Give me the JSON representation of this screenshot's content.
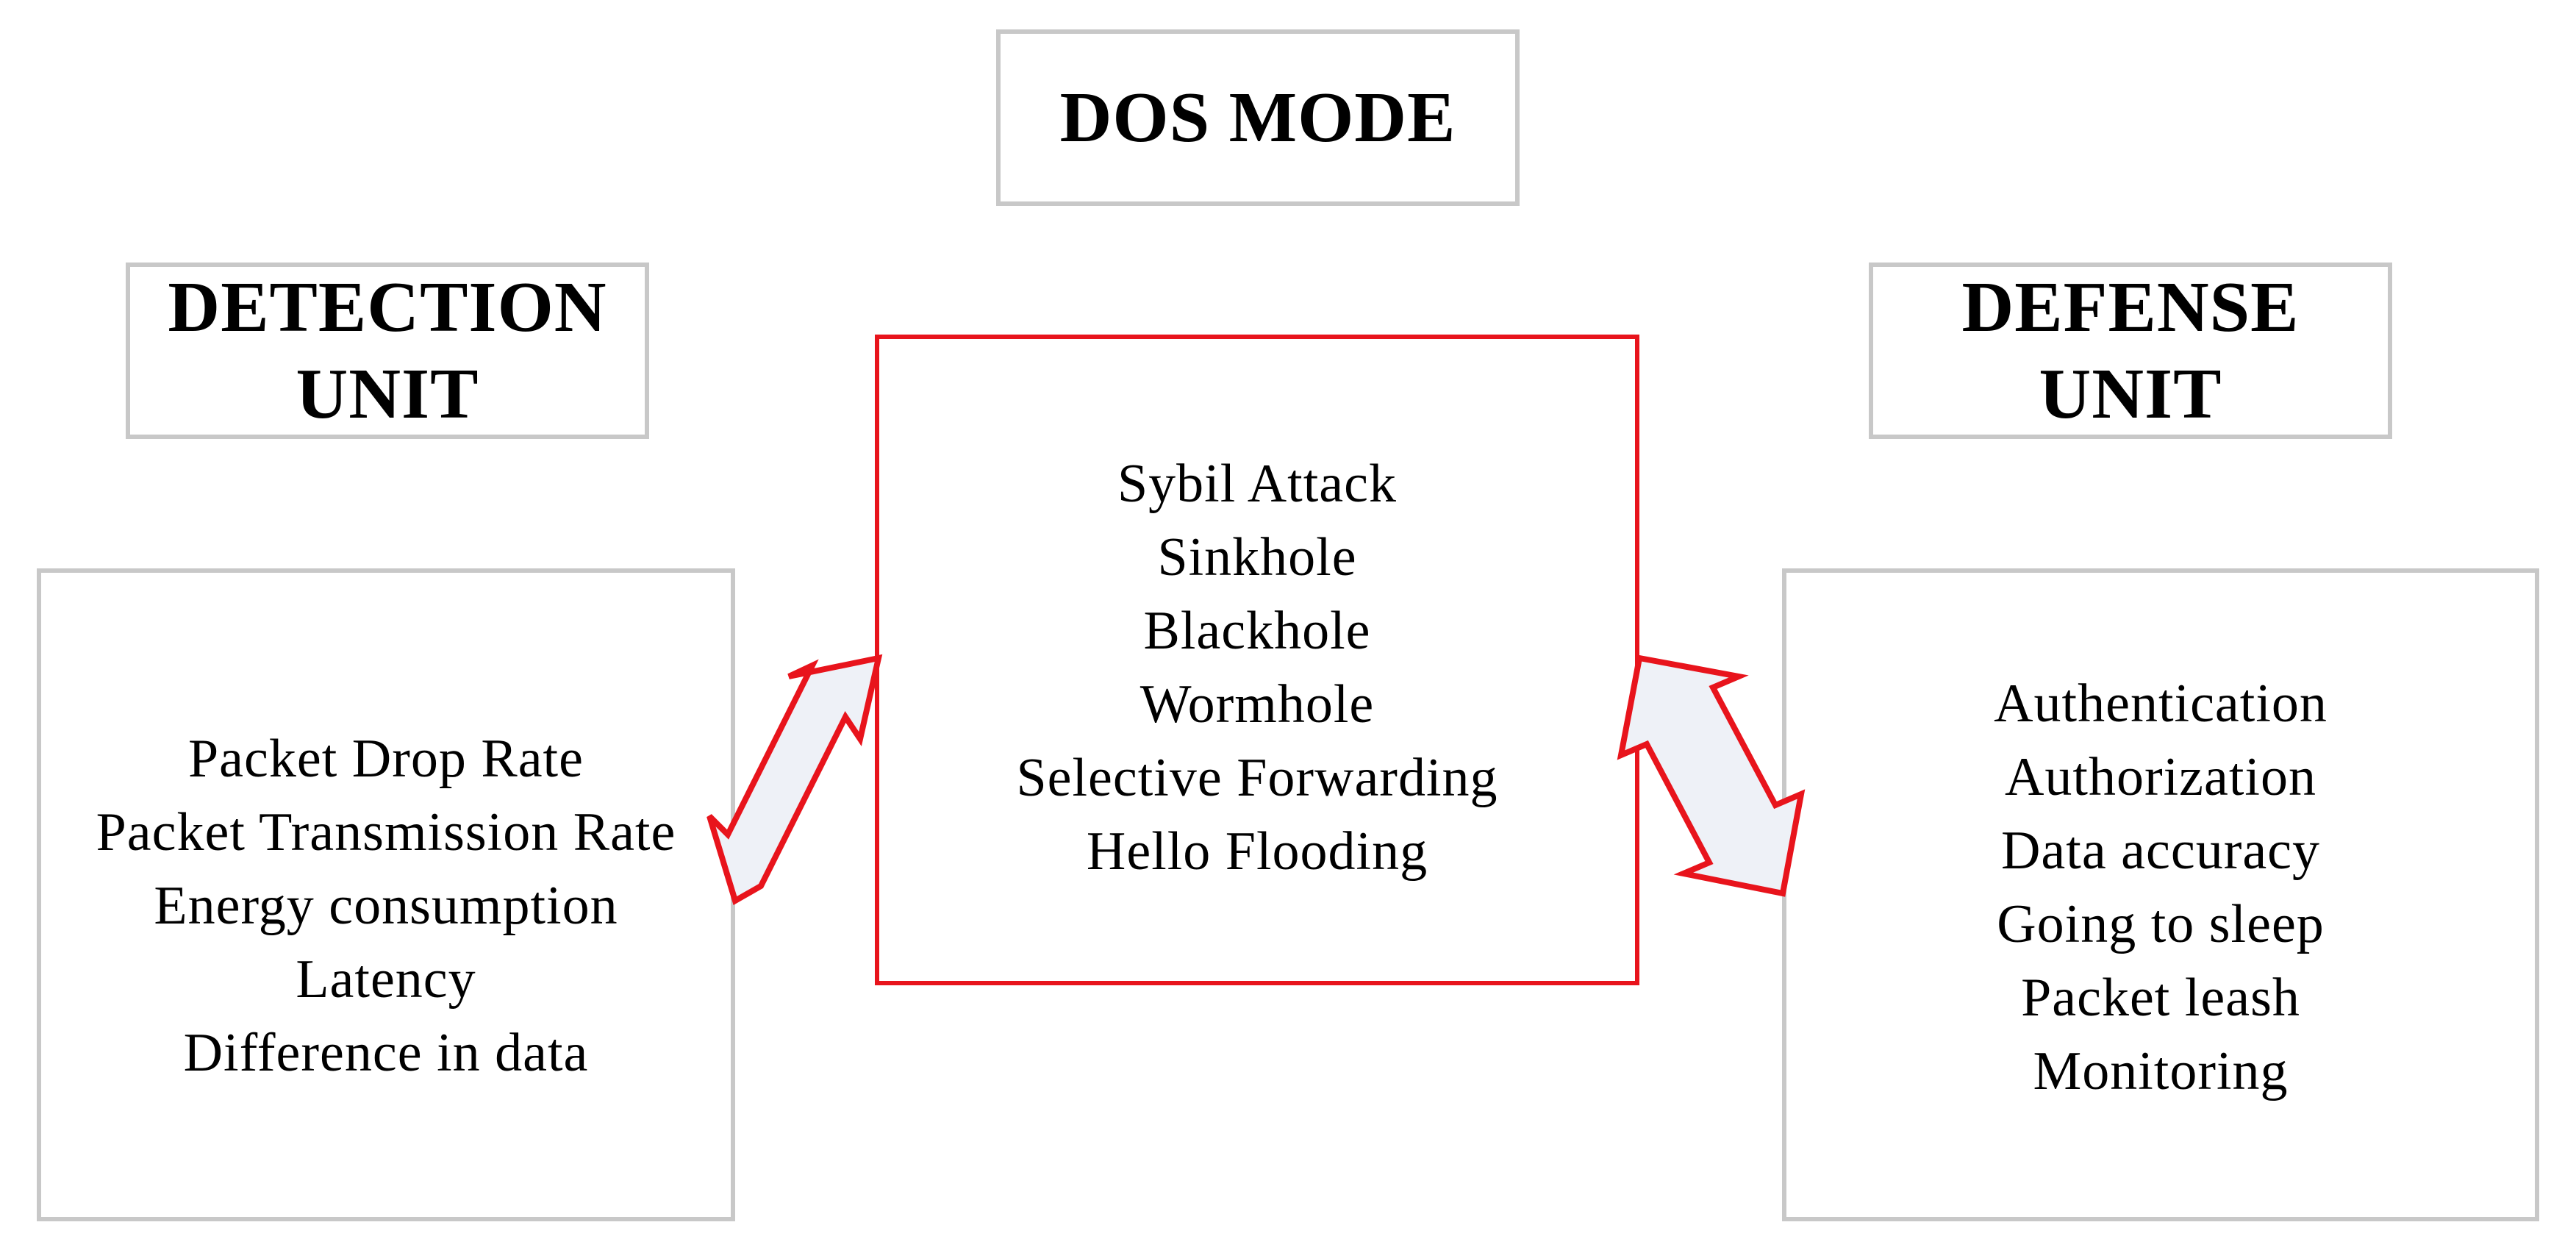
{
  "diagram": {
    "dos_mode": {
      "title": "DOS MODE"
    },
    "detection_unit": {
      "title_line1": "DETECTION",
      "title_line2": "UNIT",
      "items": [
        "Packet Drop Rate",
        "Packet Transmission Rate",
        "Energy consumption",
        "Latency",
        "Difference in data"
      ]
    },
    "attacks": {
      "items": [
        "Sybil Attack",
        "Sinkhole",
        "Blackhole",
        "Wormhole",
        "Selective Forwarding",
        "Hello Flooding"
      ]
    },
    "defense_unit": {
      "title_line1": "DEFENSE",
      "title_line2": "UNIT",
      "items": [
        "Authentication",
        "Authorization",
        "Data accuracy",
        "Going to sleep",
        "Packet leash",
        "Monitoring"
      ]
    },
    "colors": {
      "box_border": "#c8c8c8",
      "attack_border": "#e8141c",
      "arrow_outline": "#e8141c",
      "arrow_fill": "#eef1f7",
      "text": "#000000"
    }
  }
}
